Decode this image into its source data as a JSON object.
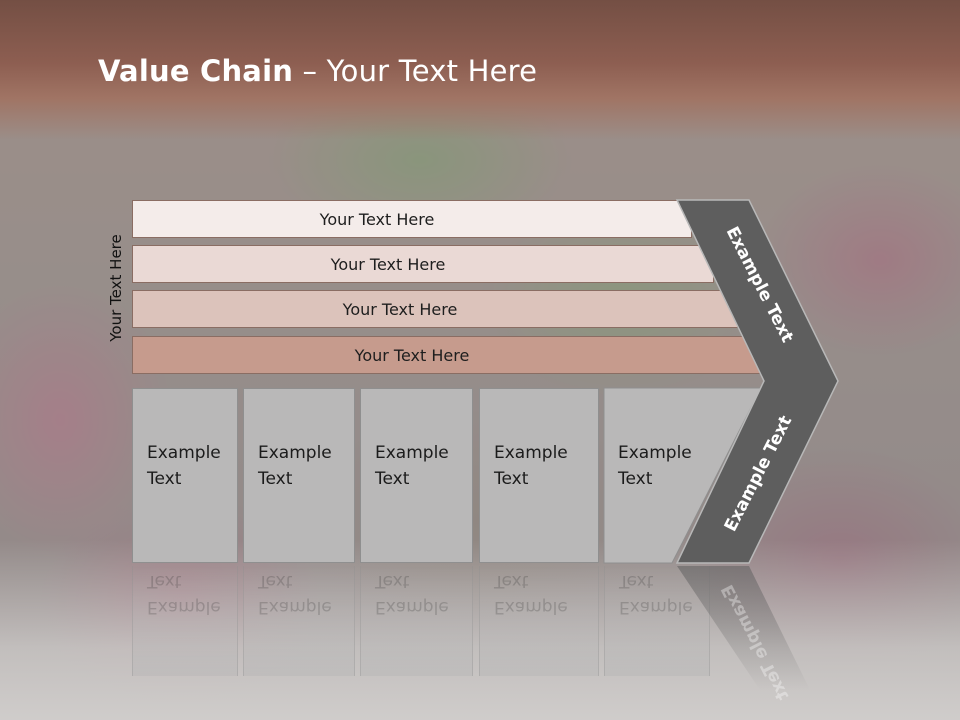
{
  "slide": {
    "title_bold": "Value Chain",
    "title_rest": " – Your Text Here",
    "side_label": "Your Text Here",
    "bars": [
      {
        "label": "Your Text Here",
        "fill": "#f4ecea"
      },
      {
        "label": "Your Text Here",
        "fill": "#ead9d5"
      },
      {
        "label": "Your Text Here",
        "fill": "#dcc3bb"
      },
      {
        "label": "Your Text Here",
        "fill": "#c69b8d"
      }
    ],
    "columns": [
      {
        "line1": "Example",
        "line2": "Text"
      },
      {
        "line1": "Example",
        "line2": "Text"
      },
      {
        "line1": "Example",
        "line2": "Text"
      },
      {
        "line1": "Example",
        "line2": "Text"
      },
      {
        "line1": "Example",
        "line2": "Text"
      }
    ],
    "chevron_top_label": "Example Text",
    "chevron_bottom_label": "Example Text",
    "colors": {
      "header_band": "#8d5e51",
      "chevron": "#5e5e5e",
      "column_fill": "#b9b8b8"
    }
  }
}
